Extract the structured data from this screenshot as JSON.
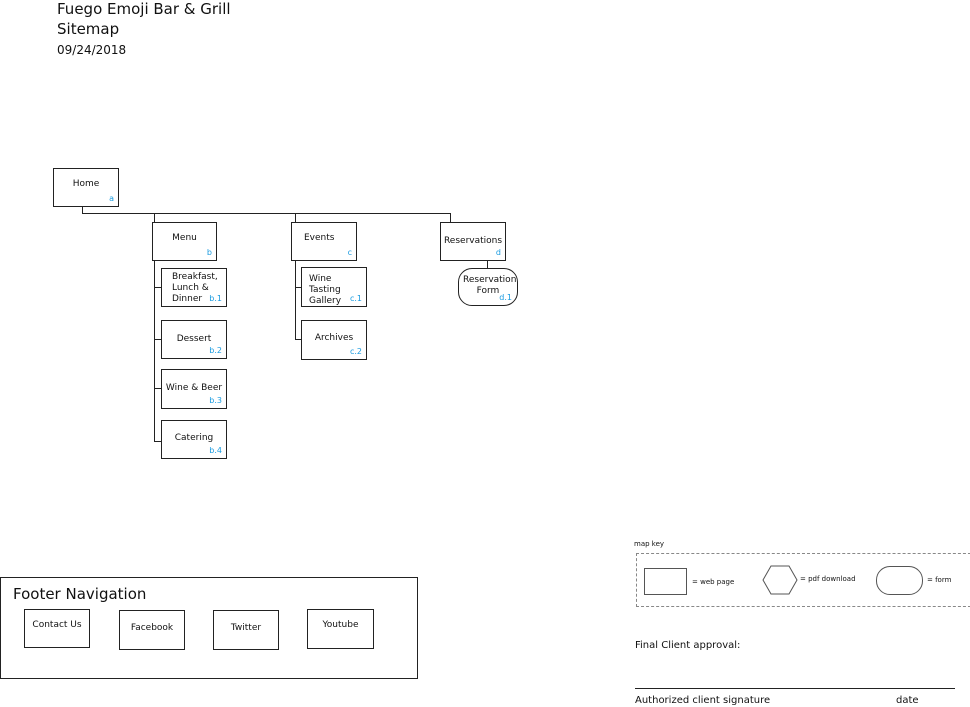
{
  "header": {
    "title": "Fuego Emoji Bar & Grill",
    "subtitle": "Sitemap",
    "date": "09/24/2018"
  },
  "nodes": {
    "home": {
      "label": "Home",
      "code": "a"
    },
    "menu": {
      "label": "Menu",
      "code": "b"
    },
    "breakfast": {
      "label": "Breakfast, Lunch & Dinner",
      "code": "b.1"
    },
    "dessert": {
      "label": "Dessert",
      "code": "b.2"
    },
    "wine": {
      "label": "Wine & Beer",
      "code": "b.3"
    },
    "catering": {
      "label": "Catering",
      "code": "b.4"
    },
    "events": {
      "label": "Events",
      "code": "c"
    },
    "winetasting": {
      "label": "Wine Tasting Gallery",
      "code": "c.1"
    },
    "archives": {
      "label": "Archives",
      "code": "c.2"
    },
    "reservations": {
      "label": "Reservations",
      "code": "d"
    },
    "resform": {
      "label": "Reservation Form",
      "code": "d.1"
    }
  },
  "footer": {
    "title": "Footer Navigation",
    "items": [
      "Contact Us",
      "Facebook",
      "Twitter",
      "Youtube"
    ]
  },
  "key": {
    "title": "map key",
    "web": "= web page",
    "pdf": "= pdf download",
    "form": "= form"
  },
  "approval": {
    "label": "Final Client approval:",
    "signature": "Authorized client signature",
    "date": "date"
  }
}
